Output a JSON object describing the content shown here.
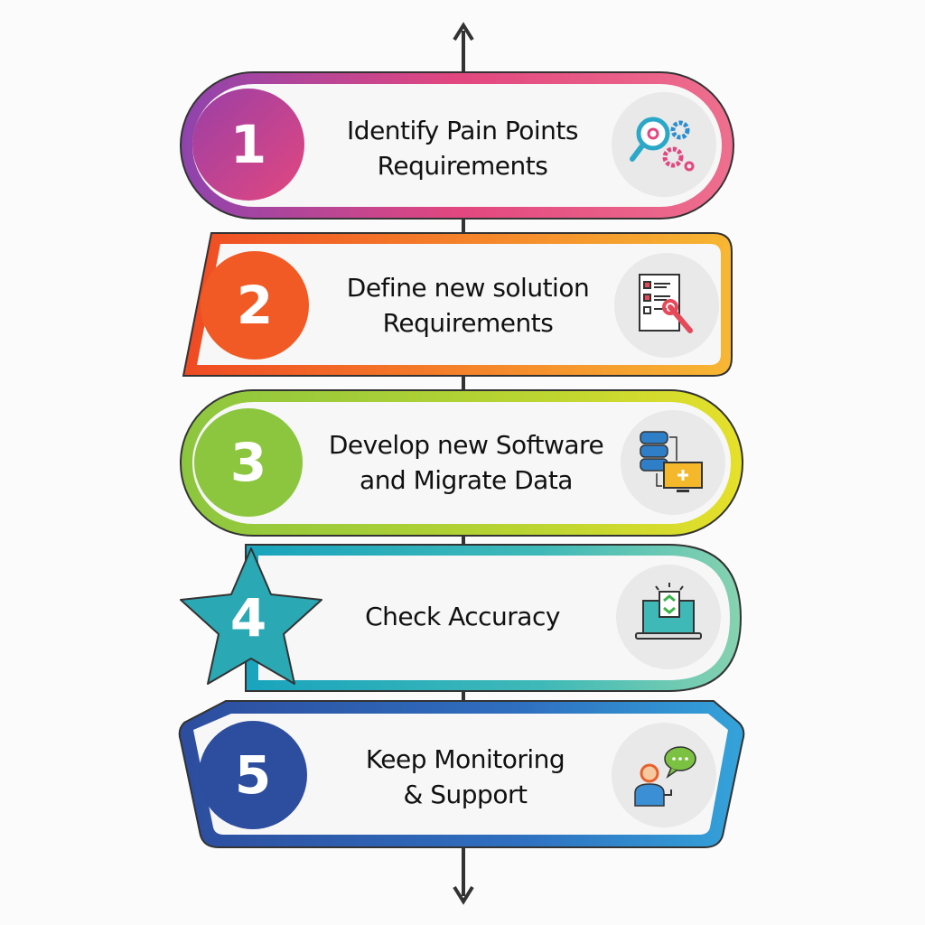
{
  "steps": [
    {
      "number": "1",
      "line1": "Identify Pain Points",
      "line2": "Requirements",
      "icon": "magnifier-gears-icon",
      "colors": [
        "#8e44ad",
        "#e2477f",
        "#ee6f8e"
      ]
    },
    {
      "number": "2",
      "line1": "Define new solution",
      "line2": "Requirements",
      "icon": "checklist-wrench-icon",
      "colors": [
        "#ef4a23",
        "#f5812a",
        "#f7b733"
      ]
    },
    {
      "number": "3",
      "line1": "Develop new Software",
      "line2": "and Migrate Data",
      "icon": "database-monitor-icon",
      "colors": [
        "#8cc63f",
        "#b8d432",
        "#e6e02a"
      ]
    },
    {
      "number": "4",
      "line1": "Check Accuracy",
      "line2": "",
      "icon": "laptop-check-icon",
      "colors": [
        "#19a4bd",
        "#3fb9b8",
        "#86d2b0"
      ]
    },
    {
      "number": "5",
      "line1": "Keep Monitoring",
      "line2": "& Support",
      "icon": "person-chat-icon",
      "colors": [
        "#2d4d9e",
        "#2f6fc0",
        "#34a3da"
      ]
    }
  ]
}
